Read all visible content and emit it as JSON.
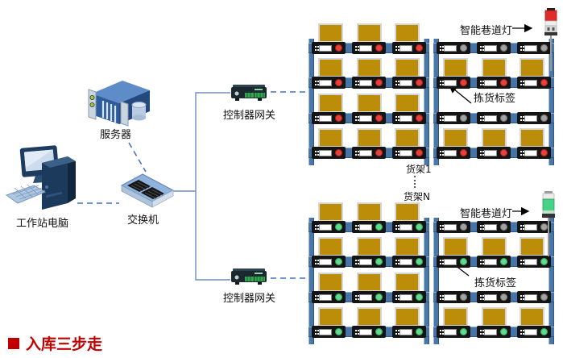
{
  "nodes": {
    "workstation": {
      "label": "工作站电脑"
    },
    "server": {
      "label": "服务器"
    },
    "switch": {
      "label": "交换机"
    },
    "gateway_top": {
      "label": "控制器网关"
    },
    "gateway_bottom": {
      "label": "控制器网关"
    }
  },
  "annotations": {
    "aisle_light_top": "智能巷道灯",
    "aisle_light_bottom": "智能巷道灯",
    "pick_tag_top": "拣货标签",
    "pick_tag_bottom": "拣货标签",
    "shelf_first": "货架1",
    "shelf_last": "货架N"
  },
  "title": {
    "text": "入库三步走"
  },
  "colors": {
    "accent_red": "#C00000",
    "line_blue": "#4472C4",
    "bracket_blue": "#6D8FBF",
    "box_yellow": "#BC8D08",
    "rack_blue": "#4674A6",
    "led_red": "#E8413C",
    "led_green": "#63DA8C",
    "led_gray": "#A2A2A2",
    "aisle_light_top_state": "red",
    "aisle_light_bottom_state": "green"
  },
  "racks": [
    {
      "name": "rack-top-left",
      "rows": [
        {
          "boxes": 3,
          "led": "red"
        },
        {
          "boxes": 3,
          "led": "red"
        },
        {
          "boxes": 3,
          "led": "red"
        },
        {
          "boxes": 3,
          "led": "red"
        }
      ]
    },
    {
      "name": "rack-top-right",
      "rows": [
        {
          "boxes": 0,
          "led": "gray"
        },
        {
          "boxes": 3,
          "led": "red"
        },
        {
          "boxes": 0,
          "led": "gray"
        },
        {
          "boxes": 3,
          "led": "red"
        }
      ]
    },
    {
      "name": "rack-bottom-left",
      "rows": [
        {
          "boxes": 3,
          "led": "green"
        },
        {
          "boxes": 3,
          "led": "green"
        },
        {
          "boxes": 3,
          "led": "green"
        },
        {
          "boxes": 3,
          "led": "green"
        }
      ]
    },
    {
      "name": "rack-bottom-right",
      "rows": [
        {
          "boxes": 0,
          "led": "gray"
        },
        {
          "boxes": 3,
          "led": "green"
        },
        {
          "boxes": 0,
          "led": "gray"
        },
        {
          "boxes": 3,
          "led": "green"
        }
      ]
    }
  ]
}
